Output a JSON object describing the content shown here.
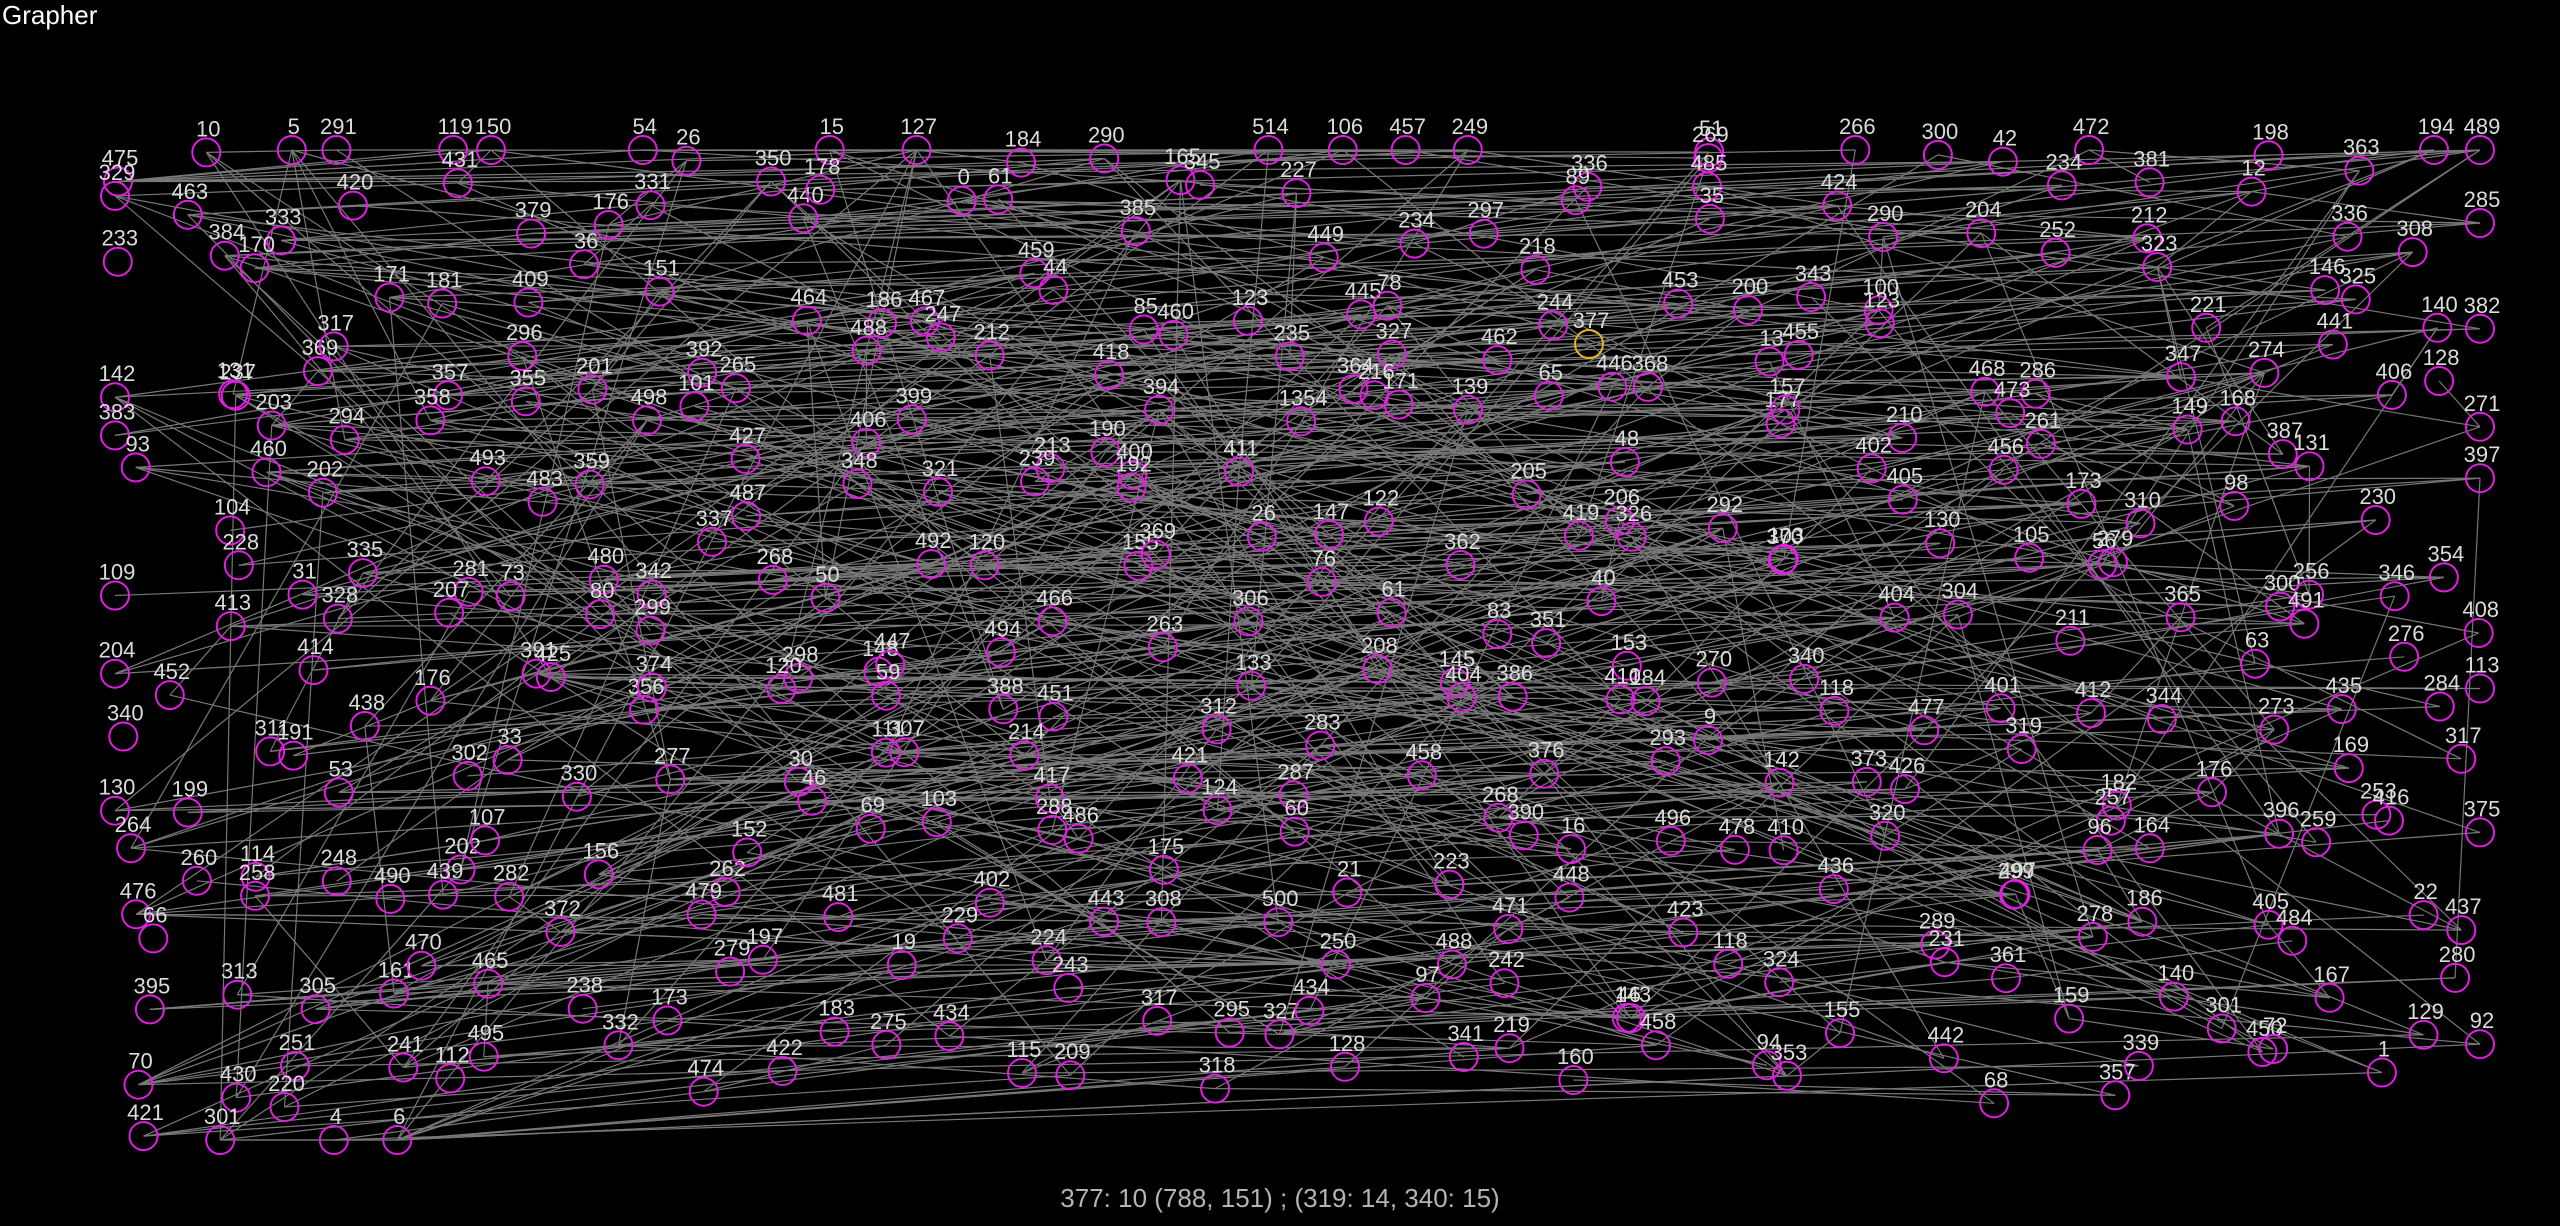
{
  "app": {
    "title": "Grapher"
  },
  "status": {
    "text": "377: 10 (788, 151) ; (319: 14, 340: 15)"
  },
  "colors": {
    "background": "#000000",
    "edge": "#787878",
    "node": "#e11ee1",
    "selected_node": "#e6b81c",
    "label": "#dcdcdc"
  },
  "graph": {
    "selected": "377",
    "node_labels": [
      "475",
      "10",
      "5",
      "291",
      "119",
      "150",
      "54",
      "26",
      "350",
      "15",
      "127",
      "184",
      "290",
      "165",
      "514",
      "106",
      "457",
      "249",
      "336",
      "51",
      "269",
      "266",
      "300",
      "42",
      "472",
      "381",
      "198",
      "363",
      "194",
      "489",
      "329",
      "463",
      "333",
      "420",
      "431",
      "379",
      "176",
      "331",
      "440",
      "178",
      "0",
      "61",
      "385",
      "345",
      "227",
      "449",
      "234",
      "297",
      "89",
      "485",
      "35",
      "424",
      "290",
      "204",
      "234",
      "212",
      "12",
      "336",
      "308",
      "285",
      "233",
      "384",
      "170",
      "171",
      "181",
      "409",
      "36",
      "151",
      "464",
      "186",
      "467",
      "459",
      "44",
      "85",
      "123",
      "445",
      "78",
      "218",
      "244",
      "453",
      "200",
      "343",
      "100",
      "377",
      "252",
      "323",
      "221",
      "146",
      "325",
      "382",
      "142",
      "131",
      "369",
      "317",
      "357",
      "296",
      "201",
      "392",
      "265",
      "488",
      "247",
      "212",
      "418",
      "460",
      "235",
      "364",
      "327",
      "462",
      "446",
      "368",
      "13",
      "455",
      "123",
      "468",
      "286",
      "347",
      "274",
      "441",
      "128",
      "140",
      "383",
      "237",
      "203",
      "294",
      "358",
      "355",
      "498",
      "101",
      "427",
      "406",
      "399",
      "213",
      "190",
      "394",
      "1354",
      "216",
      "171",
      "139",
      "65",
      "48",
      "177",
      "157",
      "210",
      "473",
      "261",
      "149",
      "168",
      "387",
      "406",
      "271",
      "93",
      "104",
      "460",
      "202",
      "493",
      "483",
      "359",
      "337",
      "487",
      "348",
      "321",
      "239",
      "400",
      "192",
      "411",
      "147",
      "122",
      "205",
      "419",
      "206",
      "292",
      "402",
      "405",
      "456",
      "173",
      "310",
      "98",
      "131",
      "230",
      "397",
      "109",
      "228",
      "31",
      "335",
      "281",
      "73",
      "480",
      "342",
      "268",
      "50",
      "492",
      "120",
      "155",
      "369",
      "26",
      "76",
      "61",
      "362",
      "40",
      "326",
      "370",
      "103",
      "130",
      "105",
      "56",
      "279",
      "300",
      "256",
      "346",
      "354",
      "204",
      "413",
      "414",
      "328",
      "207",
      "391",
      "80",
      "299",
      "298",
      "148",
      "447",
      "494",
      "466",
      "263",
      "306",
      "208",
      "145",
      "83",
      "351",
      "153",
      "270",
      "340",
      "404",
      "304",
      "211",
      "365",
      "63",
      "491",
      "276",
      "408",
      "340",
      "452",
      "311",
      "438",
      "176",
      "425",
      "356",
      "374",
      "120",
      "59",
      "307",
      "388",
      "451",
      "312",
      "133",
      "283",
      "404",
      "386",
      "410",
      "184",
      "9",
      "118",
      "477",
      "401",
      "412",
      "344",
      "273",
      "435",
      "284",
      "113",
      "130",
      "199",
      "191",
      "53",
      "302",
      "33",
      "330",
      "277",
      "30",
      "46",
      "111",
      "214",
      "417",
      "421",
      "124",
      "287",
      "458",
      "268",
      "376",
      "293",
      "142",
      "373",
      "426",
      "319",
      "182",
      "257",
      "176",
      "169",
      "253",
      "317",
      "264",
      "260",
      "114",
      "248",
      "202",
      "107",
      "156",
      "262",
      "152",
      "69",
      "103",
      "288",
      "486",
      "175",
      "60",
      "21",
      "223",
      "390",
      "16",
      "496",
      "478",
      "410",
      "320",
      "299",
      "96",
      "164",
      "396",
      "259",
      "416",
      "375",
      "476",
      "66",
      "258",
      "490",
      "439",
      "282",
      "372",
      "479",
      "197",
      "481",
      "229",
      "402",
      "443",
      "308",
      "500",
      "250",
      "488",
      "471",
      "448",
      "423",
      "118",
      "436",
      "289",
      "497",
      "278",
      "186",
      "405",
      "484",
      "22",
      "437",
      "395",
      "313",
      "305",
      "161",
      "470",
      "465",
      "238",
      "173",
      "279",
      "183",
      "19",
      "224",
      "243",
      "317",
      "327",
      "434",
      "97",
      "242",
      "46",
      "143",
      "324",
      "155",
      "231",
      "361",
      "159",
      "140",
      "301",
      "167",
      "129",
      "280",
      "70",
      "430",
      "251",
      "241",
      "112",
      "495",
      "332",
      "474",
      "422",
      "275",
      "434",
      "115",
      "209",
      "318",
      "295",
      "128",
      "341",
      "219",
      "160",
      "458",
      "94",
      "353",
      "442",
      "68",
      "357",
      "339",
      "450",
      "72",
      "1",
      "92",
      "421",
      "301",
      "220",
      "4",
      "6"
    ]
  }
}
